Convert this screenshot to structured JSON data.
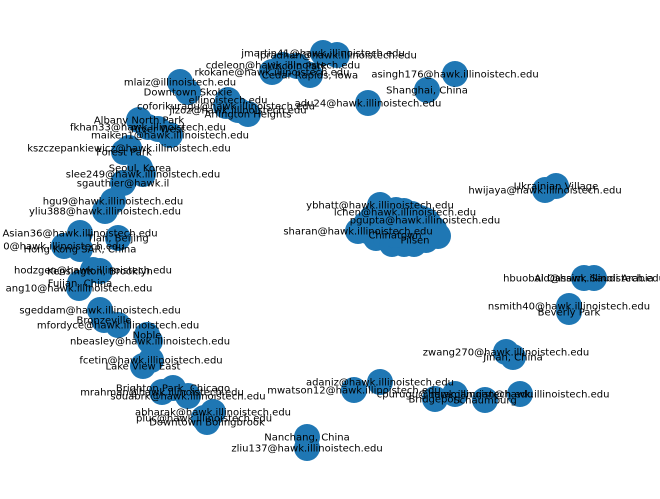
{
  "figure": {
    "node_color": "#1f77b4",
    "label_color": "#000000",
    "background": "#ffffff"
  },
  "nodes": [
    {
      "id": "n01",
      "label": "jmartin41@hawk.illinoistech.edu"
    },
    {
      "id": "n02",
      "label": "ipradhan@hawk.illinoistech.edu"
    },
    {
      "id": "n03",
      "label": "cdeleon@hawk.illinoistech.edu"
    },
    {
      "id": "n04",
      "label": "rkokane@hawk.illinoistech.edu"
    },
    {
      "id": "n05",
      "label": "ellinoistech.edu"
    },
    {
      "id": "n06",
      "label": "Lincoln Park"
    },
    {
      "id": "n07",
      "label": "Cedar Rapids, Iowa"
    },
    {
      "id": "n08",
      "label": "asingh176@hawk.illinoistech.edu"
    },
    {
      "id": "n09",
      "label": "Shanghai, China"
    },
    {
      "id": "n10",
      "label": "mlaiz@illinoistech.edu"
    },
    {
      "id": "n11",
      "label": "Downtown Skokie"
    },
    {
      "id": "n12",
      "label": "coforikuragu@hawk.illinoistech.edu"
    },
    {
      "id": "n13",
      "label": "jlzoz@hawk.illinoistech.edu"
    },
    {
      "id": "n14",
      "label": "adu24@hawk.illinoistech.edu"
    },
    {
      "id": "n15",
      "label": "Arlington Heights"
    },
    {
      "id": "n16",
      "label": "Albany North Park"
    },
    {
      "id": "n17",
      "label": "fkhan33@hawk.illinoistech.edu"
    },
    {
      "id": "n18",
      "label": "River West"
    },
    {
      "id": "n19",
      "label": "maiken1@hawk.illinoistech.edu"
    },
    {
      "id": "n20",
      "label": "kszczepankiewicz@hawk.illinoistech.edu"
    },
    {
      "id": "n21",
      "label": "Forest Park"
    },
    {
      "id": "n22",
      "label": "Seoul, Korea"
    },
    {
      "id": "n23",
      "label": "slee249@hawk.illinoistech.edu"
    },
    {
      "id": "n24",
      "label": "sgauthier@hawk.il"
    },
    {
      "id": "n25",
      "label": "hgu9@hawk.illinoistech.edu"
    },
    {
      "id": "n26",
      "label": "yliu388@hawk.illinoistech.edu"
    },
    {
      "id": "n27",
      "label": "Asian36@hawk.illinoistech.edu"
    },
    {
      "id": "n28",
      "label": "Tian, Beijing"
    },
    {
      "id": "n29",
      "label": "0@hawk.illinoistech.edu"
    },
    {
      "id": "n30",
      "label": "Hong Kong SAR, China"
    },
    {
      "id": "n31",
      "label": "Kensington, Brooklyn"
    },
    {
      "id": "n32",
      "label": "hodzgen@hawk.illinoistech.edu"
    },
    {
      "id": "n33",
      "label": "Fujian, China"
    },
    {
      "id": "n34",
      "label": "ang10@hawk.illinoistech.edu"
    },
    {
      "id": "n35",
      "label": "sgeddam@hawk.illinoistech.edu"
    },
    {
      "id": "n36",
      "label": "Bronzeville"
    },
    {
      "id": "n37",
      "label": "mfordyce@hawk.illinoistech.edu"
    },
    {
      "id": "n38",
      "label": "Noble"
    },
    {
      "id": "n39",
      "label": "nbeasley@hawk.illinoistech.edu"
    },
    {
      "id": "n40",
      "label": "fcetin@hawk.illinoistech.edu"
    },
    {
      "id": "n41",
      "label": "Lake View East"
    },
    {
      "id": "n42",
      "label": "Brighton Park, Chicago"
    },
    {
      "id": "n43",
      "label": "mrahman@hawk.illinoistech.edu"
    },
    {
      "id": "n44",
      "label": "souabrk@hawk.illinoistech.edu"
    },
    {
      "id": "n45",
      "label": "abharak@hawk.illinoistech.edu"
    },
    {
      "id": "n46",
      "label": "pluc@hawk.illinoistech.edu"
    },
    {
      "id": "n47",
      "label": "Downtown Bolingbrook"
    },
    {
      "id": "n48",
      "label": "Nanchang, China"
    },
    {
      "id": "n49",
      "label": "zliu137@hawk.illinoistech.edu"
    },
    {
      "id": "n50",
      "label": "mwatson12@hawk.illinoistech.edu"
    },
    {
      "id": "n51",
      "label": "adaniz@hawk.illinoistech.edu"
    },
    {
      "id": "n52",
      "label": "Bridgeport"
    },
    {
      "id": "n53",
      "label": "cpurugu@hawk.illinoistech.edu"
    },
    {
      "id": "n54",
      "label": "mramanujan@hawk.illinoistech.edu"
    },
    {
      "id": "n55",
      "label": "Schaumburg"
    },
    {
      "id": "n56",
      "label": "zwang270@hawk.illinoistech.edu"
    },
    {
      "id": "n57",
      "label": "Jinan, China"
    },
    {
      "id": "n58",
      "label": "Ukrainian Village"
    },
    {
      "id": "n59",
      "label": "hwijaya@hawk.illinoistech.edu"
    },
    {
      "id": "n60",
      "label": "hbuobaid@hawk.illinoistech.edu"
    },
    {
      "id": "n61",
      "label": "Al Qassim, Saudi Arabia"
    },
    {
      "id": "n62",
      "label": "nsmith40@hawk.illinoistech.edu"
    },
    {
      "id": "n63",
      "label": "Beverly Park"
    },
    {
      "id": "n64",
      "label": "sharan@hawk.illinoistech.edu"
    },
    {
      "id": "n65",
      "label": "ybhatt@hawk.illinoistech.edu"
    },
    {
      "id": "n66",
      "label": "lchen@hawk.illinoistech.edu"
    },
    {
      "id": "n67",
      "label": "pgupta@hawk.illinoistech.edu"
    },
    {
      "id": "n68",
      "label": "Chinatown"
    },
    {
      "id": "n69",
      "label": "Pilsen"
    }
  ]
}
